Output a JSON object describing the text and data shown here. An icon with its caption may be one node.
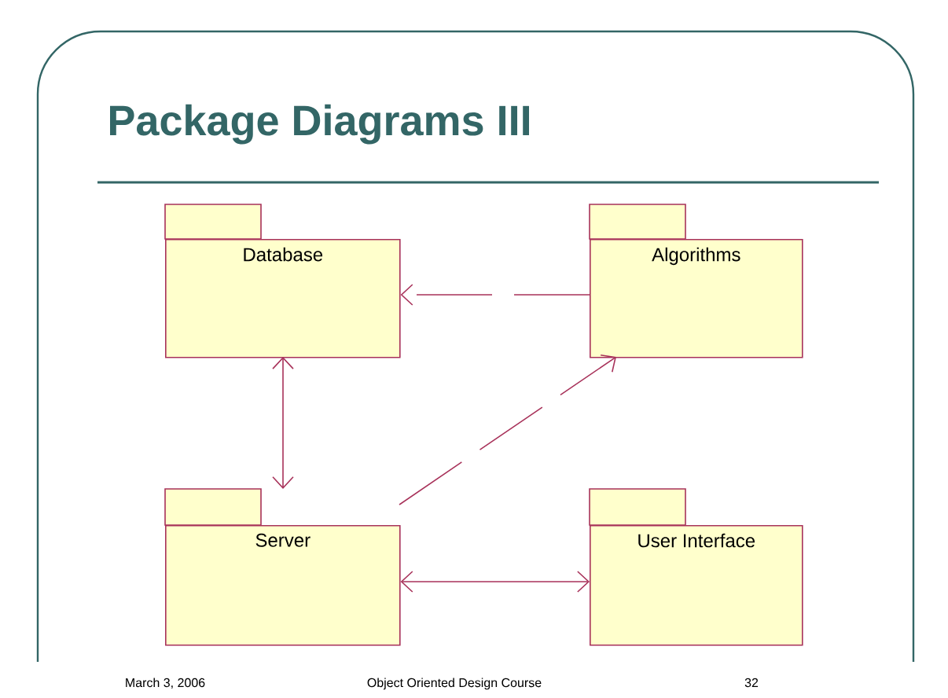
{
  "diagram": {
    "title": "Package Diagrams III",
    "nodes": [
      {
        "text": [
          "Database"
        ]
      },
      {
        "text": [
          "Algorithms"
        ]
      },
      {
        "text": [
          "Server"
        ]
      },
      {
        "text": [
          "User Interface"
        ]
      }
    ],
    "edges": [
      {
        "from": 1,
        "to": 0,
        "arrow": "to",
        "style": "dashed"
      },
      {
        "from": 0,
        "to": 2,
        "arrow": "both"
      },
      {
        "from": 2,
        "to": 1,
        "arrow": "to",
        "style": "dashed"
      },
      {
        "from": 2,
        "to": 3,
        "arrow": "both"
      }
    ],
    "labels": [
      "March 3, 2006",
      "Object Oriented Design Course",
      "32"
    ]
  }
}
